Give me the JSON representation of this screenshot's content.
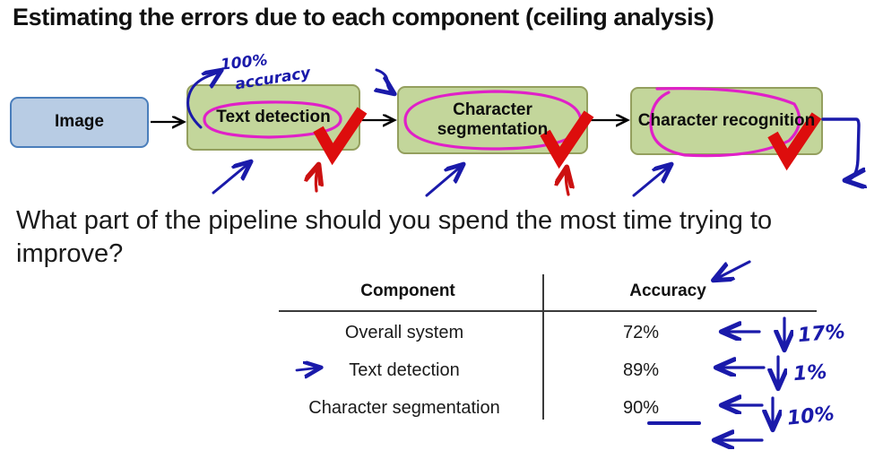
{
  "slide": {
    "title": "Estimating the errors due to each component (ceiling analysis)",
    "question": "What part of the pipeline should you spend the most time trying to improve?"
  },
  "pipeline": {
    "boxes": [
      {
        "id": "image",
        "label": "Image",
        "color": "#b8cce4",
        "border": "#4a7ebb"
      },
      {
        "id": "text-detection",
        "label": "Text detection",
        "color": "#c3d69b",
        "border": "#949f5e"
      },
      {
        "id": "char-segmentation",
        "label": "Character segmentation",
        "color": "#c3d69b",
        "border": "#949f5e"
      },
      {
        "id": "char-recognition",
        "label": "Character recognition",
        "color": "#c3d69b",
        "border": "#949f5e"
      }
    ],
    "arrow_color": "#000000"
  },
  "table": {
    "headers": [
      "Component",
      "Accuracy"
    ],
    "rows": [
      {
        "component": "Overall system",
        "accuracy": "72%"
      },
      {
        "component": "Text detection",
        "accuracy": "89%"
      },
      {
        "component": "Character segmentation",
        "accuracy": "90%"
      }
    ]
  },
  "annotations": {
    "ink_blue": "#1a1aaa",
    "ink_red": "#dd0d0d",
    "ink_magenta": "#e020c8",
    "handwriting": {
      "accuracy_top_line": "100%",
      "accuracy_bottom_line": "accuracy",
      "delta_overall_to_text_detection": "17%",
      "delta_text_detection_to_char_segmentation": "1%",
      "delta_char_segmentation_to_char_recognition": "10%"
    }
  }
}
